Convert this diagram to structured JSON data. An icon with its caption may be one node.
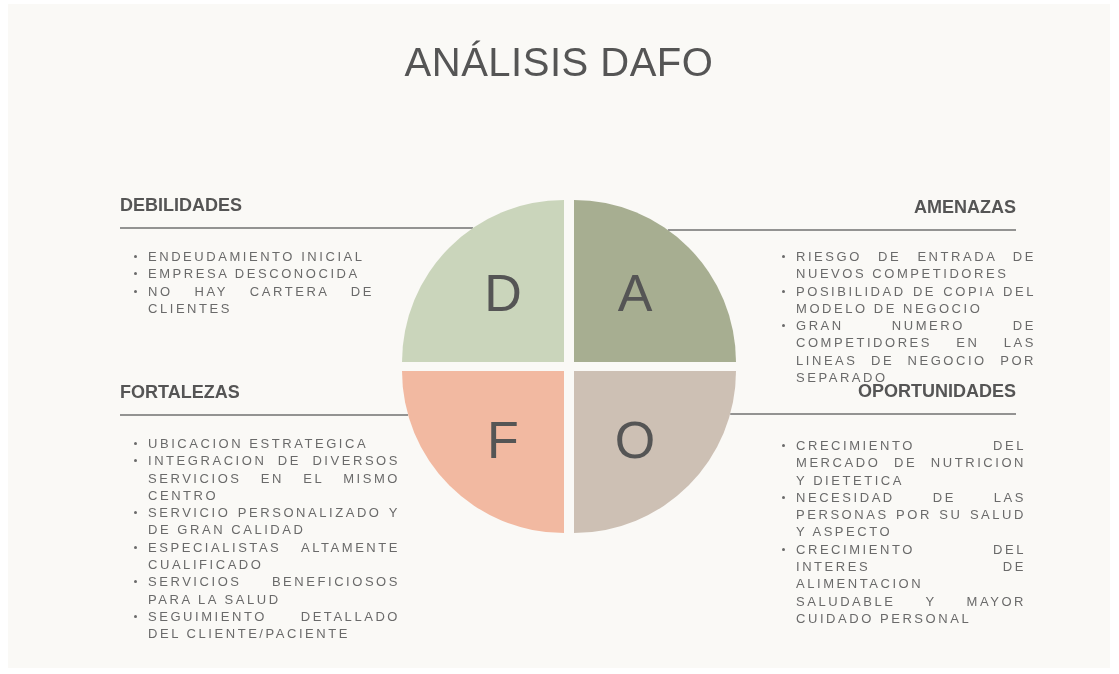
{
  "diagram": {
    "title": "ANÁLISIS DAFO",
    "nodes": [
      {
        "text": [
          "DEBILIDADES"
        ]
      },
      {
        "text": [
          "AMENAZAS"
        ]
      },
      {
        "text": [
          "D"
        ]
      },
      {
        "text": [
          "A"
        ]
      },
      {
        "text": [
          "F"
        ]
      },
      {
        "text": [
          "O"
        ]
      },
      {
        "text": [
          "FORTALEZAS"
        ]
      },
      {
        "text": [
          "OPORTUNIDADES"
        ]
      }
    ],
    "edges": [
      {
        "from": 0,
        "to": 2,
        "arrow": "none"
      },
      {
        "from": 1,
        "to": 3,
        "arrow": "none"
      },
      {
        "from": 6,
        "to": 4,
        "arrow": "none"
      },
      {
        "from": 7,
        "to": 5,
        "arrow": "none"
      }
    ],
    "labels": [
      "ENDEUDAMIENTO INICIAL",
      "EMPRESA DESCONOCIDA",
      "NO HAY CARTERA DE CLIENTES",
      "RIESGO DE ENTRADA DE NUEVOS COMPETIDORES",
      "POSIBILIDAD DE COPIA DEL MODELO DE NEGOCIO",
      "GRAN NUMERO DE COMPETIDORES EN LAS LINEAS DE NEGOCIO POR SEPARADO",
      "UBICACION ESTRATEGICA",
      "INTEGRACION DE DIVERSOS SERVICIOS EN EL MISMO CENTRO",
      "SERVICIO PERSONALIZADO Y DE GRAN CALIDAD",
      "ESPECIALISTAS ALTAMENTE CUALIFICADO",
      "SERVICIOS BENEFICIOSOS PARA LA SALUD",
      "SEGUIMIENTO DETALLADO DEL CLIENTE/PACIENTE",
      "CRECIMIENTO DEL MERCADO DE NUTRICION Y DIETETICA",
      "NECESIDAD DE LAS PERSONAS POR SU SALUD Y ASPECTO",
      "CRECIMIENTO DEL INTERES DE ALIMENTACION SALUDABLE Y MAYOR CUIDADO PERSONAL"
    ]
  }
}
